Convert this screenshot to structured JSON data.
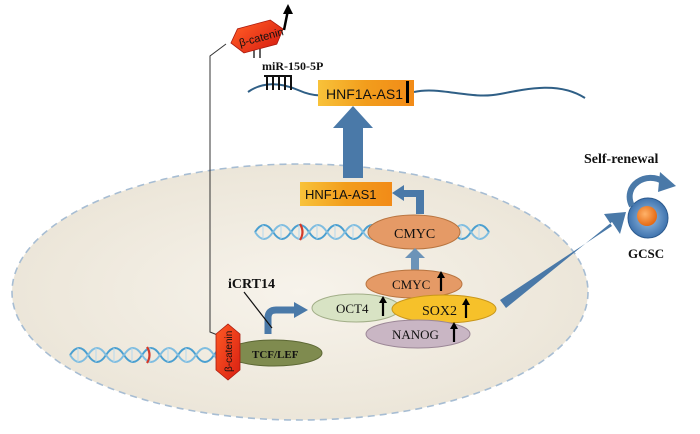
{
  "labels": {
    "beta_catenin": "β-catenin",
    "mir": "miR-150-5P",
    "hnf1a_as1_top": "HNF1A-AS1",
    "hnf1a_as1_mid": "HNF1A-AS1",
    "cmyc_upper": "CMYC",
    "cmyc_lower": "CMYC",
    "icrt14": "iCRT14",
    "oct4": "OCT4",
    "sox2": "SOX2",
    "nanog": "NANOG",
    "tcf_lef": "TCF/LEF",
    "self_renewal": "Self-renewal",
    "gcsc": "GCSC"
  },
  "colors": {
    "cell_fill": "#f3efe6",
    "cell_stroke": "#9ab3cc",
    "arrow_blue": "#4a79a8",
    "red_hex": "#e8341c",
    "orange_box": "#f4a11f",
    "cmyc_fill": "#e59a66",
    "oct4_fill": "#d8e3c4",
    "sox2_fill": "#f6c12a",
    "nanog_fill": "#c9b6c4",
    "tcf_fill": "#7f8b4f",
    "dna_blue": "#4a9fd0",
    "dna_red": "#d23a2a"
  }
}
